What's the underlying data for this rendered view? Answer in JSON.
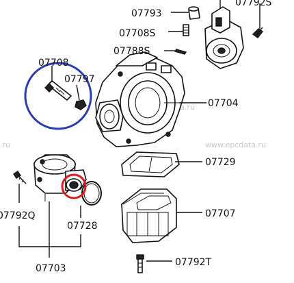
{
  "watermarks": {
    "left": ".ru",
    "center": "www.epcdata.ru",
    "right": "www.epcdata.ru"
  },
  "parts": [
    {
      "id": "p07793",
      "code": "07793"
    },
    {
      "id": "p07792S",
      "code": "07792S"
    },
    {
      "id": "p07708S",
      "code": "07708S"
    },
    {
      "id": "p07788S",
      "code": "07788S"
    },
    {
      "id": "p07708",
      "code": "07708"
    },
    {
      "id": "p07797",
      "code": "07797"
    },
    {
      "id": "p07704",
      "code": "07704"
    },
    {
      "id": "p07729",
      "code": "07729"
    },
    {
      "id": "p07707",
      "code": "07707"
    },
    {
      "id": "p07792Q",
      "code": "07792Q"
    },
    {
      "id": "p07728",
      "code": "07728"
    },
    {
      "id": "p07703",
      "code": "07703"
    },
    {
      "id": "p07792T",
      "code": "07792T"
    }
  ],
  "highlights": {
    "blue_circle": {
      "color": "#2b3bb5",
      "marks": "07708 / 07797 bolt and nut"
    },
    "red_circle": {
      "color": "#e01b1b",
      "marks": "07728 seal on valve body"
    }
  }
}
